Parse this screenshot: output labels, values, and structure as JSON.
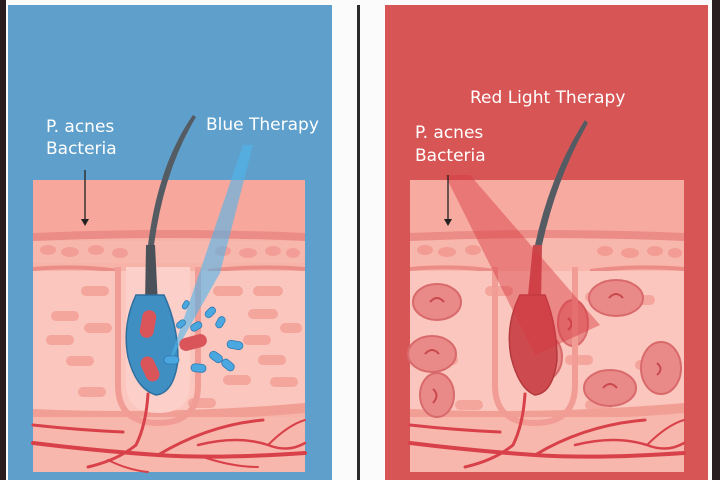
{
  "left_panel": {
    "title": "Blue Therapy",
    "bacteria_label_line1": "P. acnes",
    "bacteria_label_line2": "Bacteria",
    "background_color": "#5e9fcb",
    "beam_color": "#4fb6ec"
  },
  "right_panel": {
    "title": "Red Light Therapy",
    "bacteria_label_line1": "P. acnes",
    "bacteria_label_line2": "Bacteria",
    "background_color": "#d85556",
    "beam_color": "#d83a40"
  },
  "icons": [
    "hair-follicle-icon",
    "light-beam-icon",
    "bacteria-icon",
    "blood-vessel-icon",
    "arrow-down-icon"
  ]
}
